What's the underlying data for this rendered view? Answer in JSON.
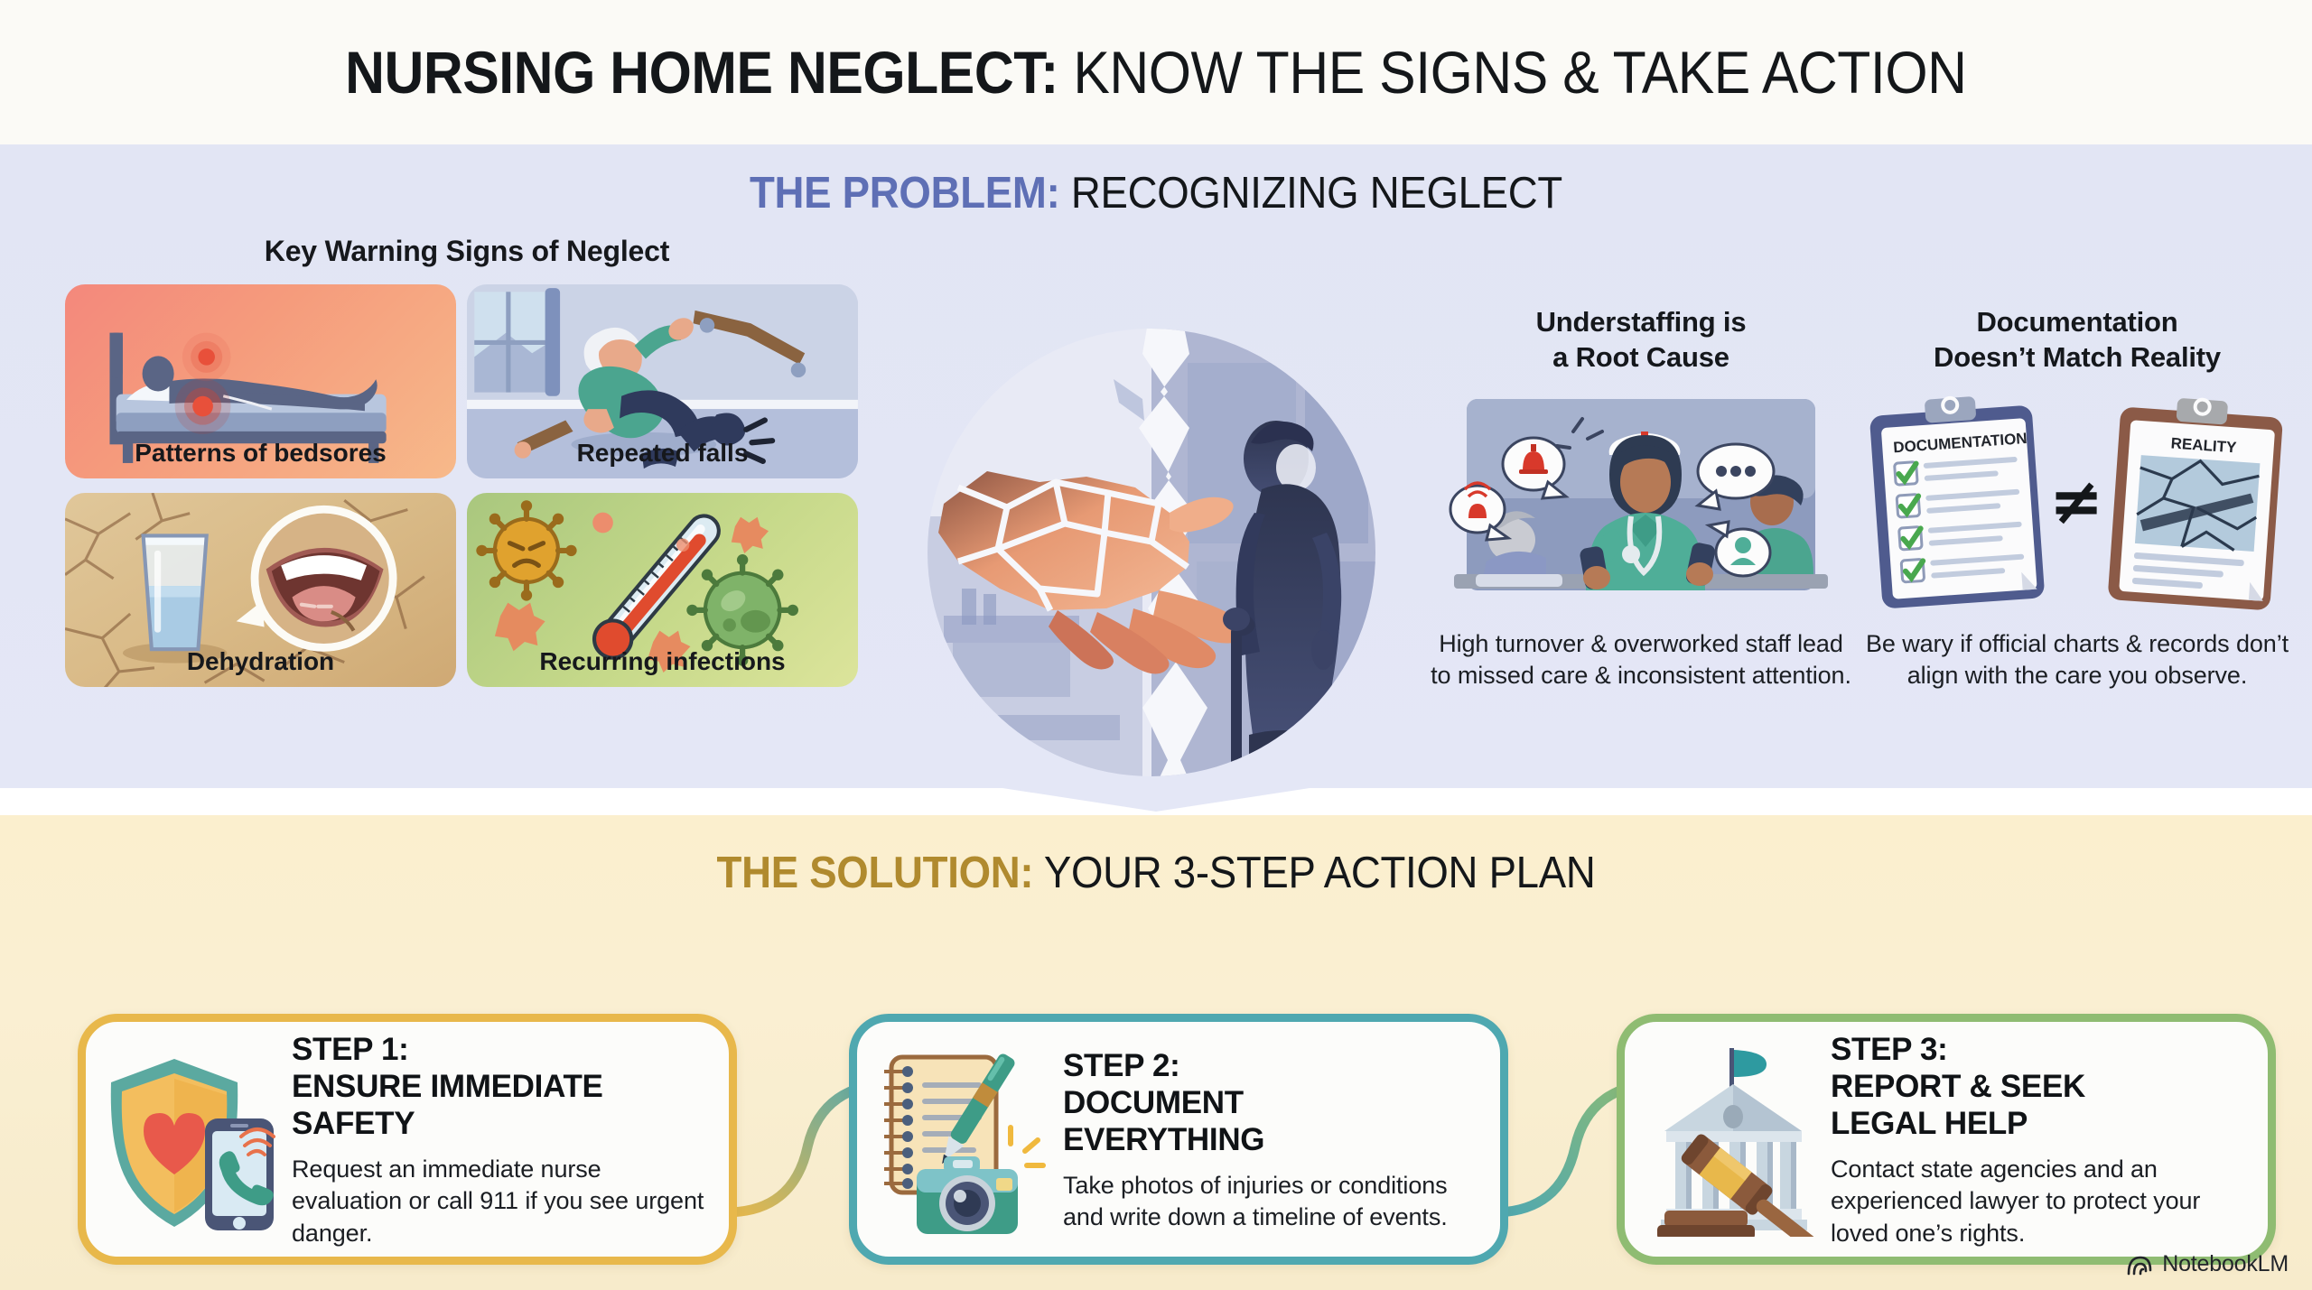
{
  "header": {
    "title_bold": "NURSING HOME NEGLECT:",
    "title_rest": " KNOW THE SIGNS & TAKE ACTION"
  },
  "problem": {
    "heading_accent": "THE PROBLEM:",
    "heading_rest": " RECOGNIZING NEGLECT",
    "accent_color": "#5E6FB5",
    "background_color": "#E4E7F6",
    "warning": {
      "title": "Key Warning Signs of Neglect",
      "cards": [
        {
          "label": "Patterns of bedsores",
          "icon": "bedsore-illustration",
          "bg": "#F4887C"
        },
        {
          "label": "Repeated falls",
          "icon": "fall-illustration",
          "bg": "#C6CEE4"
        },
        {
          "label": "Dehydration",
          "icon": "dehydration-illustration",
          "bg": "#D9BA87"
        },
        {
          "label": "Recurring infections",
          "icon": "infection-illustration",
          "bg": "#C6D98A"
        }
      ]
    },
    "hero": {
      "icon": "broken-helping-hand-elderly-illustration"
    },
    "columns": [
      {
        "title": "Understaffing is\na Root Cause",
        "title_line1": "Understaffing is",
        "title_line2": "a Root Cause",
        "icon": "overworked-nurse-illustration",
        "caption": "High turnover & overworked staff lead to missed care & inconsistent attention."
      },
      {
        "title_line1": "Documentation",
        "title_line2": "Doesn’t Match Reality",
        "icon": "clipboard-comparison-illustration",
        "clipboard_left_label": "DOCUMENTATION",
        "clipboard_right_label": "REALITY",
        "compare_symbol": "≠",
        "caption": "Be wary if official charts & records don’t align with the care you observe."
      }
    ]
  },
  "solution": {
    "heading_accent": "THE SOLUTION:",
    "heading_rest": " YOUR 3-STEP ACTION PLAN",
    "accent_color": "#B08A2E",
    "background_color": "#FAEFD2",
    "steps": [
      {
        "head_line1": "STEP 1:",
        "head_line2": "ENSURE IMMEDIATE",
        "head_line3": "SAFETY",
        "body": "Request an immediate nurse evaluation or call 911 if you see urgent danger.",
        "icon": "shield-heart-phone-icon",
        "border_color": "#E8B84B"
      },
      {
        "head_line1": "STEP 2:",
        "head_line2": "DOCUMENT",
        "head_line3": "EVERYTHING",
        "body": "Take photos of injuries or conditions and write down a timeline of events.",
        "icon": "notepad-pen-camera-icon",
        "border_color": "#4FA8B0"
      },
      {
        "head_line1": "STEP 3:",
        "head_line2": "REPORT & SEEK",
        "head_line3": "LEGAL HELP",
        "body": "Contact state agencies and an experienced lawyer to protect your loved one’s rights.",
        "icon": "courthouse-gavel-icon",
        "border_color": "#8FBC72"
      }
    ]
  },
  "footer": {
    "label": "NotebookLM",
    "icon": "notebooklm-logo-icon"
  }
}
